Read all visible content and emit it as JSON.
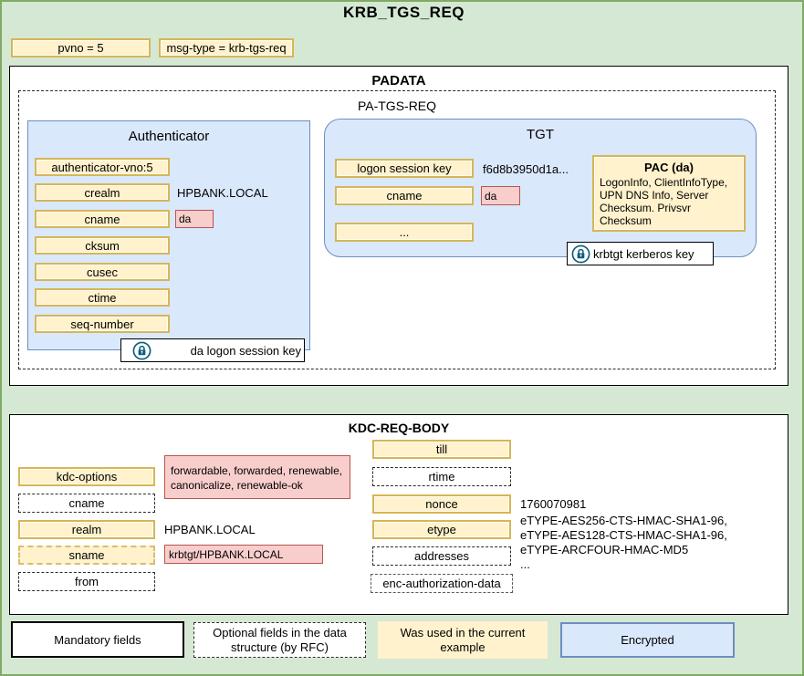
{
  "title": "KRB_TGS_REQ",
  "header": {
    "pvno": "pvno = 5",
    "msg_type": "msg-type = krb-tgs-req"
  },
  "padata": {
    "title": "PADATA",
    "pa_tgs_req": {
      "title": "PA-TGS-REQ",
      "authenticator": {
        "title": "Authenticator",
        "fields": [
          "authenticator-vno:5",
          "crealm",
          "cname",
          "cksum",
          "cusec",
          "ctime",
          "seq-number"
        ],
        "crealm_value": "HPBANK.LOCAL",
        "cname_value": "da",
        "key_label": "da logon session key"
      },
      "tgt": {
        "title": "TGT",
        "fields": [
          "logon session key",
          "cname",
          "..."
        ],
        "logon_session_key_value": "f6d8b3950d1a...",
        "cname_value": "da",
        "pac_title": "PAC (da)",
        "pac_body": "LogonInfo, ClientInfoType, UPN DNS Info, Server Checksum. Privsvr Checksum",
        "key_label": "krbtgt kerberos key"
      }
    }
  },
  "kdc_req_body": {
    "title": "KDC-REQ-BODY",
    "left_fields": [
      "kdc-options",
      "cname",
      "realm",
      "sname",
      "from"
    ],
    "kdc_options_value": "forwardable, forwarded, renewable, canonicalize, renewable-ok",
    "realm_value": "HPBANK.LOCAL",
    "sname_value": "krbtgt/HPBANK.LOCAL",
    "right_fields": [
      "till",
      "rtime",
      "nonce",
      "etype",
      "addresses",
      "enc-authorization-data"
    ],
    "nonce_value": "1760070981",
    "etype_values": [
      "eTYPE-AES256-CTS-HMAC-SHA1-96,",
      "eTYPE-AES128-CTS-HMAC-SHA1-96,",
      "eTYPE-ARCFOUR-HMAC-MD5",
      "..."
    ]
  },
  "legend": {
    "mandatory": "Mandatory fields",
    "optional": "Optional fields in the data structure (by RFC)",
    "used": "Was used in the current example",
    "encrypted": "Encrypted"
  },
  "colors": {
    "background": "#d5e8d4",
    "page_border": "#80ab64",
    "yellow_fill": "#fff2cc",
    "yellow_border": "#d6b656",
    "blue_fill": "#dae8fc",
    "blue_border": "#6c8ebf",
    "pink_fill": "#f8cecc",
    "pink_border": "#b85450",
    "lock_icon": "#0b5d7d"
  }
}
